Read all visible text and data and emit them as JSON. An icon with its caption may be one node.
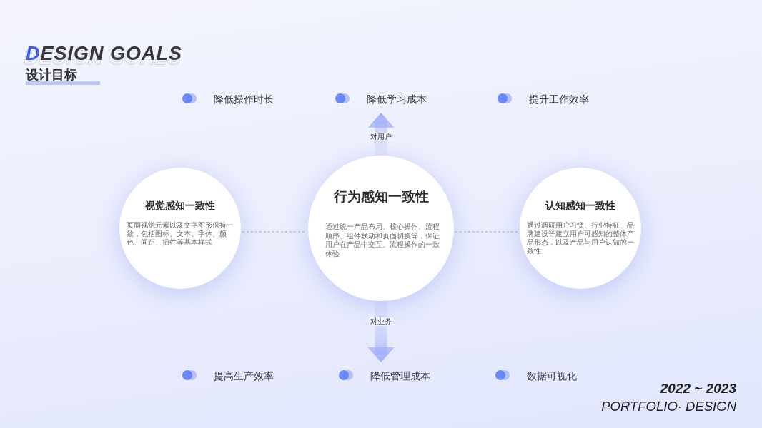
{
  "diagram": {
    "title": "DESIGN GOALS",
    "nodes": [
      {
        "text": [
          "降低操作时长"
        ]
      },
      {
        "text": [
          "降低学习成本"
        ]
      },
      {
        "text": [
          "提升工作效率"
        ]
      },
      {
        "text": [
          "视觉感知一致性",
          "页面视觉元素以及文字图形保持一致，包括图标、文本、字体、颜色、间距、插件等基本样式"
        ]
      },
      {
        "text": [
          "行为感知一致性",
          "通过统一产品布局、核心操作、流程顺序、组件联动和页面切换等，保证用户在产品中交互、流程操作的一致体验"
        ]
      },
      {
        "text": [
          "认知感知一致性",
          "通过调研用户习惯、行业特征、品牌建设等建立用户可感知的整体产品形态，以及产品与用户认知的一致性"
        ]
      },
      {
        "text": [
          "提高生产效率"
        ]
      },
      {
        "text": [
          "降低管理成本"
        ]
      },
      {
        "text": [
          "数据可视化"
        ]
      }
    ],
    "edges": [
      {
        "from": 4,
        "to": 1,
        "arrow": "to",
        "label": "对用户",
        "style": "thick",
        "color": "#a3aefb"
      },
      {
        "from": 3,
        "to": 4,
        "arrow": "none",
        "style": "dashed"
      },
      {
        "from": 4,
        "to": 5,
        "arrow": "none",
        "style": "dashed"
      },
      {
        "from": 4,
        "to": 7,
        "arrow": "to",
        "label": "对业务",
        "style": "thick",
        "color": "#a3aefb"
      }
    ],
    "labels": [
      "设计目标",
      "2022 ~ 2023",
      "PORTFOLIO· DESIGN"
    ]
  }
}
